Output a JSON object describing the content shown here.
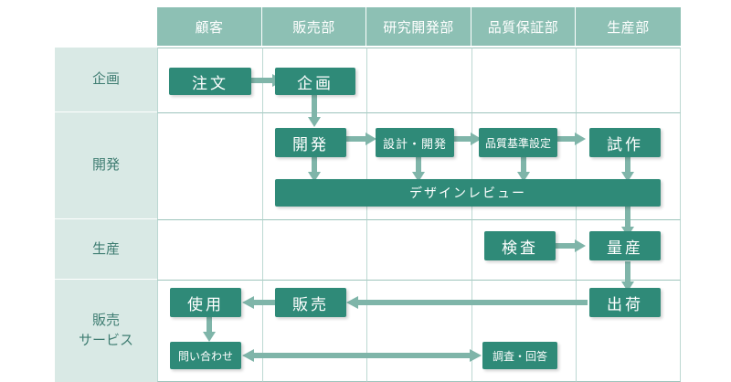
{
  "diagram": {
    "title": "business-process-swimlane",
    "colors": {
      "header_fill": "#8dc0b4",
      "row_label_fill": "#d9e9e5",
      "row_label_text": "#3f7d72",
      "box_fill": "#2f8a78",
      "box_text": "#ffffff",
      "arrow": "#7fb5a9",
      "grid_line": "#bcd8d2",
      "background": "#ffffff"
    },
    "columns": [
      {
        "id": "customer",
        "label": "顧客"
      },
      {
        "id": "sales",
        "label": "販売部"
      },
      {
        "id": "rnd",
        "label": "研究開発部"
      },
      {
        "id": "qa",
        "label": "品質保証部"
      },
      {
        "id": "production",
        "label": "生産部"
      }
    ],
    "rows": [
      {
        "id": "planning",
        "lines": [
          "企画"
        ]
      },
      {
        "id": "develop",
        "lines": [
          "開発"
        ]
      },
      {
        "id": "produce",
        "lines": [
          "生産"
        ]
      },
      {
        "id": "sales_svc",
        "lines": [
          "販売",
          "サービス"
        ]
      }
    ],
    "nodes": [
      {
        "id": "order",
        "label": "注文",
        "row": "planning",
        "col": "customer"
      },
      {
        "id": "plan",
        "label": "企画",
        "row": "planning",
        "col": "sales"
      },
      {
        "id": "development",
        "label": "開発",
        "row": "develop",
        "col": "sales"
      },
      {
        "id": "design_dev",
        "label": "設計・開発",
        "row": "develop",
        "col": "rnd"
      },
      {
        "id": "quality_std",
        "label": "品質基準設定",
        "row": "develop",
        "col": "qa"
      },
      {
        "id": "prototype",
        "label": "試作",
        "row": "develop",
        "col": "production"
      },
      {
        "id": "design_review",
        "label": "デザインレビュー",
        "row": "develop",
        "col": "sales-production"
      },
      {
        "id": "inspection",
        "label": "検査",
        "row": "produce",
        "col": "qa"
      },
      {
        "id": "mass_prod",
        "label": "量産",
        "row": "produce",
        "col": "production"
      },
      {
        "id": "shipping",
        "label": "出荷",
        "row": "sales_svc",
        "col": "production"
      },
      {
        "id": "selling",
        "label": "販売",
        "row": "sales_svc",
        "col": "sales"
      },
      {
        "id": "usage",
        "label": "使用",
        "row": "sales_svc",
        "col": "customer"
      },
      {
        "id": "inquiry",
        "label": "問い合わせ",
        "row": "sales_svc",
        "col": "customer"
      },
      {
        "id": "survey_reply",
        "label": "調査・回答",
        "row": "sales_svc",
        "col": "qa"
      }
    ],
    "edges": [
      {
        "from": "order",
        "to": "plan",
        "direction": "right"
      },
      {
        "from": "plan",
        "to": "development",
        "direction": "down"
      },
      {
        "from": "development",
        "to": "design_dev",
        "direction": "right"
      },
      {
        "from": "design_dev",
        "to": "quality_std",
        "direction": "right"
      },
      {
        "from": "quality_std",
        "to": "prototype",
        "direction": "right"
      },
      {
        "from": "development",
        "to": "design_review",
        "direction": "down"
      },
      {
        "from": "design_dev",
        "to": "design_review",
        "direction": "down"
      },
      {
        "from": "quality_std",
        "to": "design_review",
        "direction": "down"
      },
      {
        "from": "prototype",
        "to": "design_review",
        "direction": "down"
      },
      {
        "from": "design_review",
        "to": "mass_prod",
        "direction": "down"
      },
      {
        "from": "inspection",
        "to": "mass_prod",
        "direction": "right"
      },
      {
        "from": "mass_prod",
        "to": "shipping",
        "direction": "down"
      },
      {
        "from": "shipping",
        "to": "selling",
        "direction": "left"
      },
      {
        "from": "selling",
        "to": "usage",
        "direction": "left"
      },
      {
        "from": "usage",
        "to": "inquiry",
        "direction": "down"
      },
      {
        "from": "inquiry",
        "to": "survey_reply",
        "direction": "both"
      }
    ]
  }
}
